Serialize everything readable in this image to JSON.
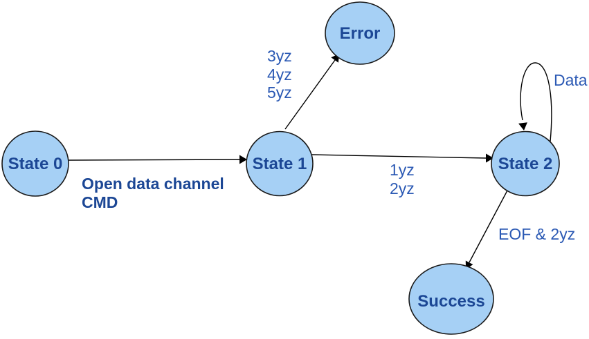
{
  "diagram": {
    "type": "state-machine",
    "colors": {
      "background": "#ffffff",
      "node_fill": "#a6d0f5",
      "node_border": "#1a1a1a",
      "node_label": "#1c4795",
      "edge_label": "#2b59b4",
      "arrow": "#000000"
    },
    "nodes": {
      "state0": {
        "label": "State 0"
      },
      "state1": {
        "label": "State 1"
      },
      "state2": {
        "label": "State 2"
      },
      "error": {
        "label": "Error"
      },
      "success": {
        "label": "Success"
      }
    },
    "edges": {
      "open": {
        "from": "State 0",
        "to": "State 1",
        "lines": [
          "Open data channel",
          "CMD"
        ]
      },
      "to_error": {
        "from": "State 1",
        "to": "Error",
        "lines": [
          "3yz",
          "4yz",
          "5yz"
        ]
      },
      "to_state2": {
        "from": "State 1",
        "to": "State 2",
        "lines": [
          "1yz",
          "2yz"
        ]
      },
      "data_loop": {
        "from": "State 2",
        "to": "State 2",
        "lines": [
          "Data"
        ]
      },
      "to_success": {
        "from": "State 2",
        "to": "Success",
        "lines": [
          "EOF & 2yz"
        ]
      }
    }
  }
}
